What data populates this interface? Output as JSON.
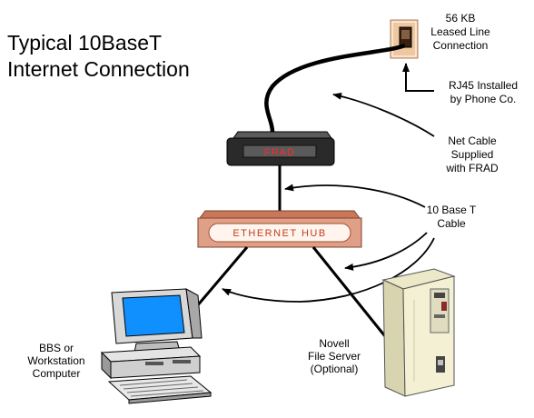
{
  "title": {
    "line1": "Typical 10BaseT",
    "line2": "Internet Connection"
  },
  "leased_line": {
    "line1": "56 KB",
    "line2": "Leased Line",
    "line3": "Connection"
  },
  "rj45_label": {
    "line1": "RJ45 Installed",
    "line2": "by Phone Co."
  },
  "net_cable_label": {
    "line1": "Net Cable",
    "line2": "Supplied",
    "line3": "with FRAD"
  },
  "tenbase_label": {
    "line1": "10 Base T",
    "line2": "Cable"
  },
  "frad_label": "FRAD",
  "hub_label": "ETHERNET HUB",
  "workstation_label": {
    "line1": "BBS or",
    "line2": "Workstation",
    "line3": "Computer"
  },
  "server_label": {
    "line1": "Novell",
    "line2": "File Server",
    "line3": "(Optional)"
  },
  "colors": {
    "cable": "#000000",
    "frad_text": "#ff2a2a",
    "hub_body": "#e0a088",
    "hub_text": "#c04020",
    "wall_jack": "#f0c8a0",
    "monitor_screen": "#1090ff",
    "server_body": "#f4f0d4"
  }
}
